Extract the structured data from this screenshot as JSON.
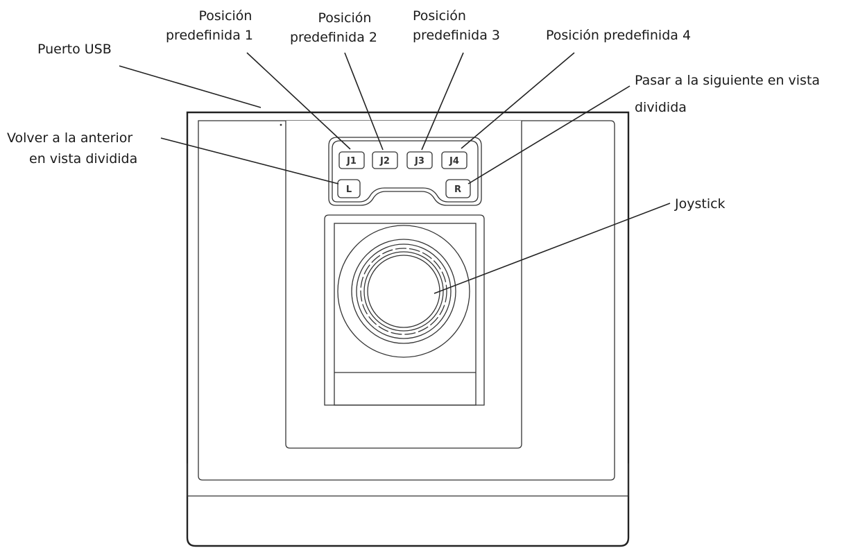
{
  "labels": {
    "usb": "Puerto USB",
    "preset1_line1": "Posición",
    "preset1_line2": "predefinida 1",
    "preset2_line1": "Posición",
    "preset2_line2": "predefinida 2",
    "preset3_line1": "Posición",
    "preset3_line2": "predefinida 3",
    "preset4": "Posición predefinida 4",
    "next_line1": "Pasar a la siguiente en vista",
    "next_line2": "dividida",
    "prev_line1": "Volver a la anterior",
    "prev_line2": "en vista dividida",
    "joystick": "Joystick"
  },
  "buttons": {
    "j1": "J1",
    "j2": "J2",
    "j3": "J3",
    "j4": "J4",
    "l": "L",
    "r": "R"
  },
  "colors": {
    "line": "#222222",
    "background": "#ffffff"
  }
}
